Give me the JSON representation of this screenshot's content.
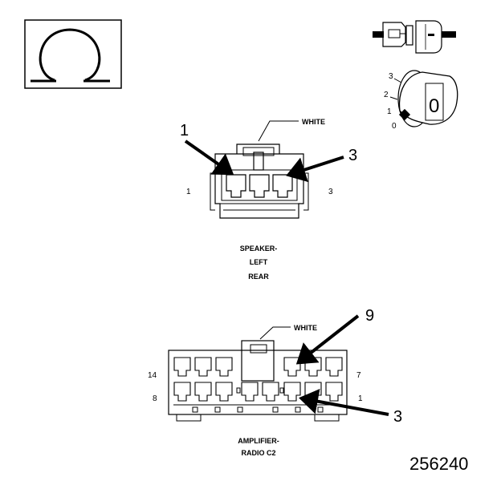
{
  "icons": {
    "ohmmeter": "omega-icon",
    "connector": "connector-icon",
    "ignition_switch": "ignition-key-icon"
  },
  "ignition": {
    "positions": [
      "3",
      "2",
      "1",
      "0"
    ],
    "key_label": "0"
  },
  "speaker_connector": {
    "color_label": "WHITE",
    "pin_left": "1",
    "pin_right": "3",
    "callout_1": "1",
    "callout_3": "3",
    "name_lines": [
      "SPEAKER-",
      "LEFT",
      "REAR"
    ]
  },
  "amplifier_connector": {
    "color_label": "WHITE",
    "pin_top_left": "14",
    "pin_bottom_left": "8",
    "pin_top_right": "7",
    "pin_bottom_right": "1",
    "callout_9": "9",
    "callout_3": "3",
    "name_lines": [
      "AMPLIFIER-",
      "RADIO C2"
    ]
  },
  "figure_number": "256240"
}
